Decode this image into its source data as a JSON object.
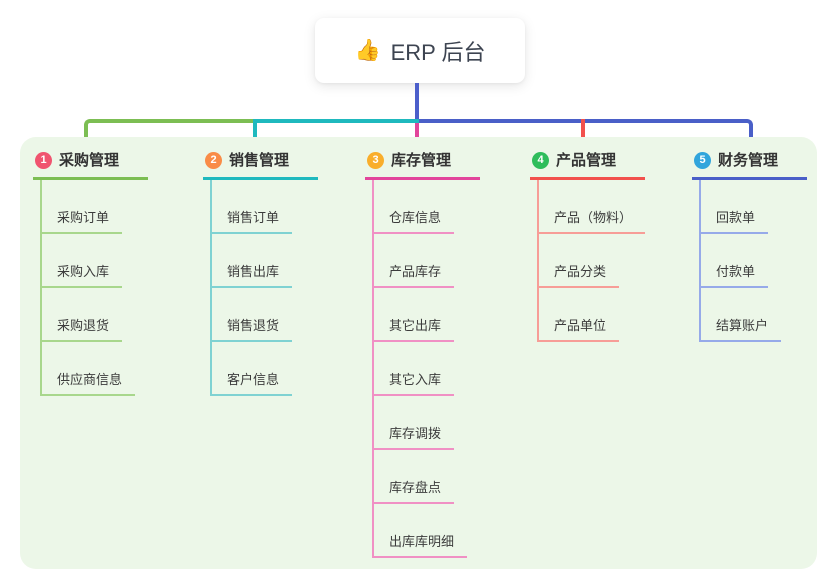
{
  "root": {
    "icon": "👍",
    "title": "ERP 后台",
    "line_color": "#4C5FCB"
  },
  "panel": {
    "background": "#ECF7E8"
  },
  "branches": [
    {
      "key": "purchase",
      "number": "1",
      "label": "采购管理",
      "badge_color": "#F0546F",
      "line_color": "#7CBE53",
      "child_line_color": "#A8D78C",
      "children": [
        "采购订单",
        "采购入库",
        "采购退货",
        "供应商信息"
      ]
    },
    {
      "key": "sales",
      "number": "2",
      "label": "销售管理",
      "badge_color": "#F98C47",
      "line_color": "#1FB9BE",
      "child_line_color": "#7FD2D2",
      "children": [
        "销售订单",
        "销售出库",
        "销售退货",
        "客户信息"
      ]
    },
    {
      "key": "inventory",
      "number": "3",
      "label": "库存管理",
      "badge_color": "#F9AE2B",
      "line_color": "#E2459B",
      "child_line_color": "#F090C4",
      "children": [
        "仓库信息",
        "产品库存",
        "其它出库",
        "其它入库",
        "库存调拨",
        "库存盘点",
        "出库库明细"
      ]
    },
    {
      "key": "product",
      "number": "4",
      "label": "产品管理",
      "badge_color": "#2EBD5B",
      "line_color": "#F2514D",
      "child_line_color": "#F79D97",
      "children": [
        "产品（物料）",
        "产品分类",
        "产品单位"
      ]
    },
    {
      "key": "finance",
      "number": "5",
      "label": "财务管理",
      "badge_color": "#31A5DC",
      "line_color": "#4A5FC8",
      "child_line_color": "#96AAE9",
      "children": [
        "回款单",
        "付款单",
        "结算账户"
      ]
    }
  ]
}
